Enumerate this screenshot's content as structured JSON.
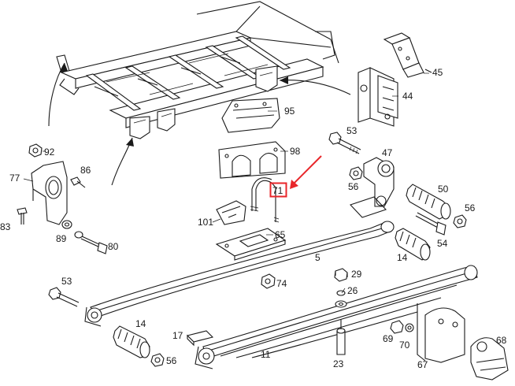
{
  "labels": {
    "l92": "92",
    "l86": "86",
    "l77": "77",
    "l83": "83",
    "l89": "89",
    "l80": "80",
    "l95": "95",
    "l98": "98",
    "l71": "71",
    "l101": "101",
    "l65": "65",
    "l5": "5",
    "l53a": "53",
    "l47": "47",
    "l56a": "56",
    "l50": "50",
    "l56b": "56",
    "l54": "54",
    "l14a": "14",
    "l45": "45",
    "l44": "44",
    "l74": "74",
    "l29": "29",
    "l26": "26",
    "l53b": "53",
    "l14b": "14",
    "l17": "17",
    "l56c": "56",
    "l11": "11",
    "l23": "23",
    "l69": "69",
    "l70": "70",
    "l67": "67",
    "l68": "68"
  },
  "colors": {
    "line": "#1a1a1a",
    "highlight": "#e8262a",
    "background": "#ffffff"
  },
  "highlight": {
    "part": "71",
    "arrow": "arrow-icon"
  }
}
